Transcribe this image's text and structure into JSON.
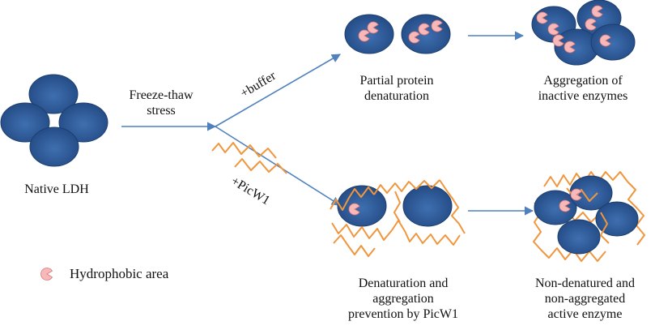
{
  "labels": {
    "native": "Native LDH",
    "stress": [
      "Freeze-thaw",
      "stress"
    ],
    "buffer": "+buffer",
    "picw1": "+PicW1",
    "partial": [
      "Partial protein",
      "denaturation"
    ],
    "aggregation": [
      "Aggregation of",
      "inactive enzymes"
    ],
    "prevention": [
      "Denaturation and",
      "aggregation",
      "prevention by PicW1"
    ],
    "active": [
      "Non-denatured and",
      "non-aggregated",
      "active enzyme"
    ],
    "legend": "Hydrophobic area"
  },
  "colors": {
    "protein": "#2e5b9a",
    "protein_stroke": "#1d3f70",
    "arrow": "#4f81bd",
    "polymer": "#f0963c",
    "hydrophobic": "#f6b8b8",
    "hydrophobic_stroke": "#d97777"
  }
}
